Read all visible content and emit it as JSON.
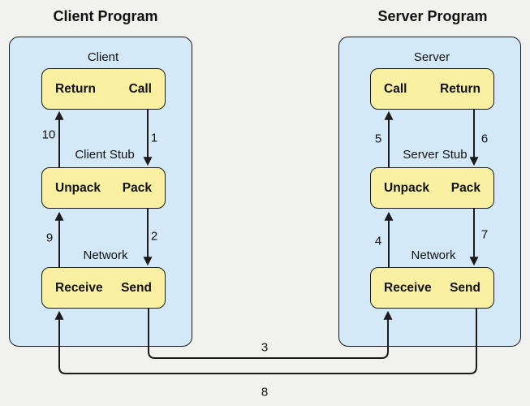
{
  "colors": {
    "background": "#f1f1f0",
    "container_fill": "#d3e9f8",
    "container_border": "#1b1b1b",
    "box_fill": "#faf0a2",
    "box_border": "#1b1b1b",
    "line": "#1b1b1b",
    "text": "#111111"
  },
  "client": {
    "title": "Client Program",
    "label": "Client",
    "stub_label": "Client Stub",
    "network_label": "Network",
    "app_box": {
      "left": "Return",
      "right": "Call"
    },
    "stub_box": {
      "left": "Unpack",
      "right": "Pack"
    },
    "network_box": {
      "left": "Receive",
      "right": "Send"
    }
  },
  "server": {
    "title": "Server Program",
    "label": "Server",
    "stub_label": "Server Stub",
    "network_label": "Network",
    "app_box": {
      "left": "Call",
      "right": "Return"
    },
    "stub_box": {
      "left": "Unpack",
      "right": "Pack"
    },
    "network_box": {
      "left": "Receive",
      "right": "Send"
    }
  },
  "arrow_labels": {
    "1": "1",
    "2": "2",
    "3": "3",
    "4": "4",
    "5": "5",
    "6": "6",
    "7": "7",
    "8": "8",
    "9": "9",
    "10": "10"
  }
}
